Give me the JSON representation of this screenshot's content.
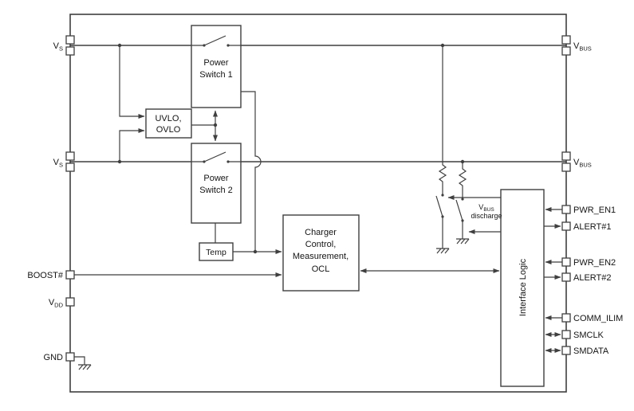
{
  "colors": {
    "line": "#3f3f3f",
    "text": "#141414",
    "bg": "#ffffff"
  },
  "pins_left": {
    "vs1": {
      "base": "V",
      "sub": "S"
    },
    "vs2": {
      "base": "V",
      "sub": "S"
    },
    "boost": "BOOST#",
    "vdd": {
      "base": "V",
      "sub": "DD"
    },
    "gnd": "GND"
  },
  "pins_right": {
    "vbus1": {
      "base": "V",
      "sub": "BUS"
    },
    "vbus2": {
      "base": "V",
      "sub": "BUS"
    },
    "pwr_en1": "PWR_EN1",
    "alert1": "ALERT#1",
    "pwr_en2": "PWR_EN2",
    "alert2": "ALERT#2",
    "comm_ilim": "COMM_ILIM",
    "smclk": "SMCLK",
    "smdata": "SMDATA"
  },
  "blocks": {
    "power_switch_1": {
      "line1": "Power",
      "line2": "Switch 1"
    },
    "uvlo_ovlo": {
      "line1": "UVLO,",
      "line2": "OVLO"
    },
    "power_switch_2": {
      "line1": "Power",
      "line2": "Switch 2"
    },
    "temp": "Temp",
    "charger": {
      "line1": "Charger",
      "line2": "Control,",
      "line3": "Measurement,",
      "line4": "OCL"
    },
    "interface_logic": "Interface Logic"
  },
  "annotations": {
    "vbus_discharge_line1": {
      "base": "V",
      "sub": "BUS"
    },
    "vbus_discharge_line2": "discharge"
  }
}
